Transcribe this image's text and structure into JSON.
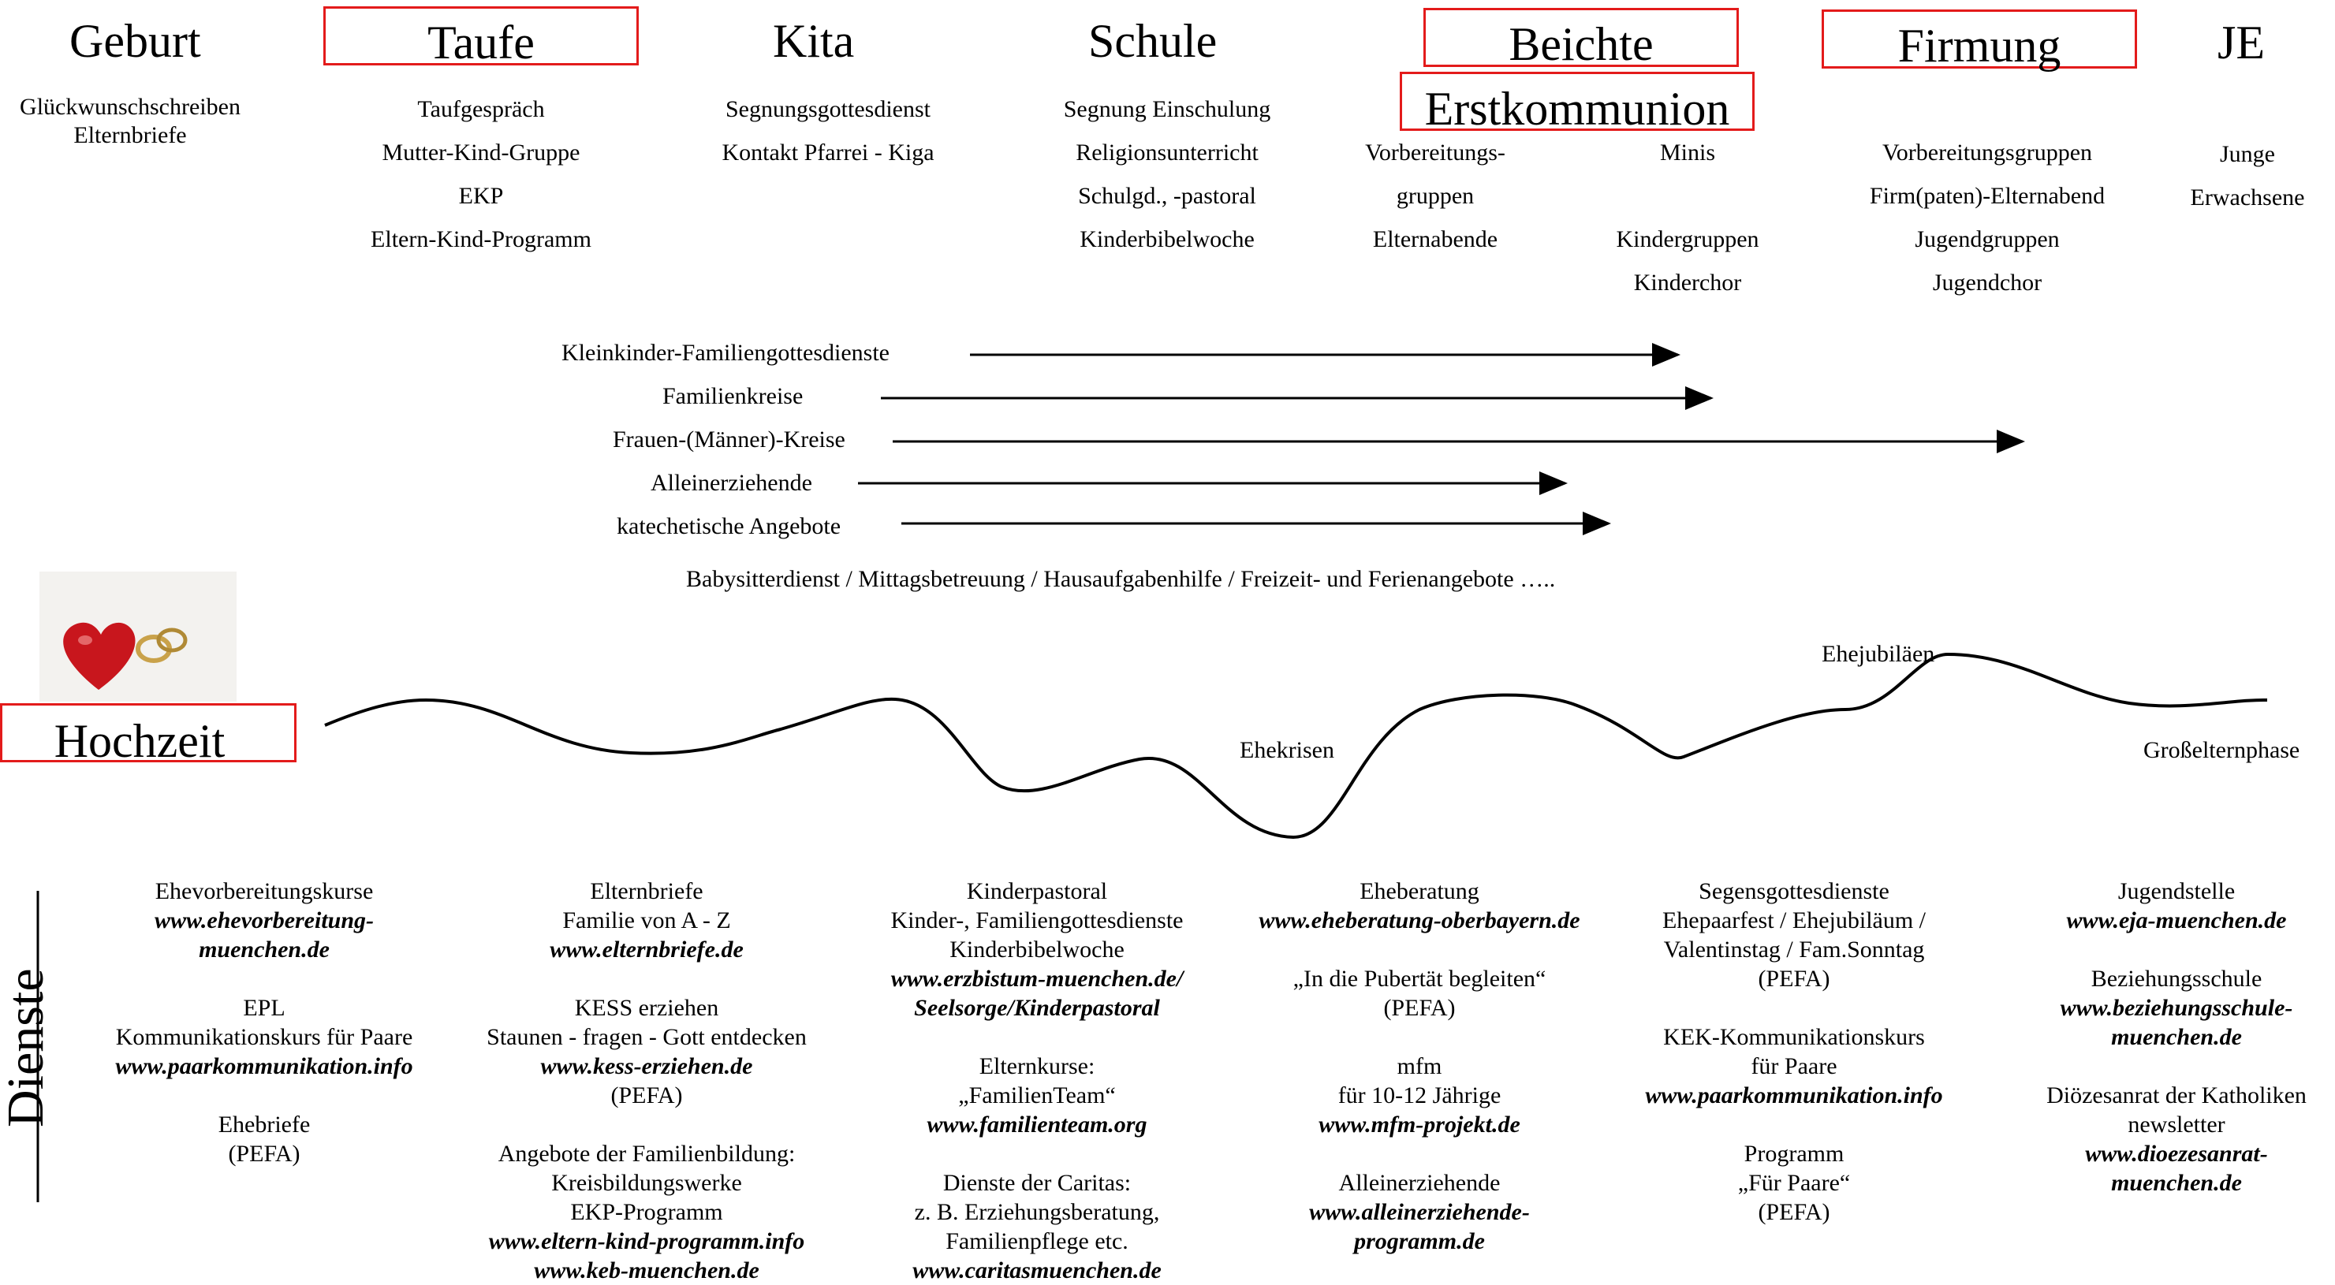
{
  "stages": {
    "geburt": "Geburt",
    "taufe": "Taufe",
    "kita": "Kita",
    "schule": "Schule",
    "beichte": "Beichte",
    "erstkommunion": "Erstkommunion",
    "firmung": "Firmung",
    "je": "JE",
    "hochzeit": "Hochzeit"
  },
  "stage_details": {
    "geburt": [
      "Glückwunschschreiben",
      "Elternbriefe"
    ],
    "taufe": [
      "Taufgespräch",
      "Mutter-Kind-Gruppe",
      "EKP",
      "Eltern-Kind-Programm"
    ],
    "kita": [
      "Segnungsgottesdienst",
      "Kontakt Pfarrei - Kiga"
    ],
    "schule": [
      "Segnung Einschulung",
      "Religionsunterricht",
      "Schulgd., -pastoral",
      "Kinderbibelwoche"
    ],
    "beichte": [
      "Vorbereitungs-",
      "gruppen",
      "Elternabende"
    ],
    "erstkommunion": [
      "Minis",
      "",
      "Kindergruppen",
      "Kinderchor"
    ],
    "firmung": [
      "Vorbereitungsgruppen",
      "Firm(paten)-Elternabend",
      "Jugendgruppen",
      "Jugendchor"
    ],
    "je": [
      "Junge",
      "Erwachsene"
    ]
  },
  "arrows": [
    "Kleinkinder-Familiengottesdienste",
    "Familienkreise",
    "Frauen-(Männer)-Kreise",
    "Alleinerziehende",
    "katechetische Angebote"
  ],
  "other_services": "Babysitterdienst / Mittagsbetreuung / Hausaufgabenhilfe / Freizeit- und Ferienangebote …..",
  "curve_labels": {
    "ehekrisen": "Ehekrisen",
    "ehejubilaeen": "Ehejubiläen",
    "grosseltern": "Großelternphase"
  },
  "dienste_label": "Dienste",
  "services": [
    [
      {
        "t": "Ehevorbereitungskurse"
      },
      {
        "t": "www.ehevorbereitung-",
        "url": true
      },
      {
        "t": "muenchen.de",
        "url": true
      },
      {
        "t": ""
      },
      {
        "t": "EPL"
      },
      {
        "t": "Kommunikationskurs für Paare"
      },
      {
        "t": "www.paarkommunikation.info",
        "url": true
      },
      {
        "t": ""
      },
      {
        "t": "Ehebriefe"
      },
      {
        "t": "(PEFA)"
      }
    ],
    [
      {
        "t": "Elternbriefe"
      },
      {
        "t": "Familie von A - Z"
      },
      {
        "t": "www.elternbriefe.de",
        "url": true
      },
      {
        "t": ""
      },
      {
        "t": "KESS erziehen"
      },
      {
        "t": "Staunen - fragen - Gott entdecken"
      },
      {
        "t": "www.kess-erziehen.de",
        "url": true
      },
      {
        "t": "(PEFA)"
      },
      {
        "t": ""
      },
      {
        "t": "Angebote der Familienbildung:"
      },
      {
        "t": "Kreisbildungswerke"
      },
      {
        "t": "EKP-Programm"
      },
      {
        "t": "www.eltern-kind-programm.info",
        "url": true
      },
      {
        "t": "www.keb-muenchen.de",
        "url": true
      }
    ],
    [
      {
        "t": "Kinderpastoral"
      },
      {
        "t": "Kinder-, Familiengottesdienste"
      },
      {
        "t": "Kinderbibelwoche"
      },
      {
        "t": "www.erzbistum-muenchen.de/",
        "url": true
      },
      {
        "t": "Seelsorge/Kinderpastoral",
        "url": true
      },
      {
        "t": ""
      },
      {
        "t": "Elternkurse:"
      },
      {
        "t": "„FamilienTeam“"
      },
      {
        "t": "www.familienteam.org",
        "url": true
      },
      {
        "t": ""
      },
      {
        "t": "Dienste der Caritas:"
      },
      {
        "t": "z. B. Erziehungsberatung,"
      },
      {
        "t": "Familienpflege etc."
      },
      {
        "t": "www.caritasmuenchen.de",
        "url": true
      }
    ],
    [
      {
        "t": "Eheberatung"
      },
      {
        "t": "www.eheberatung-oberbayern.de",
        "url": true
      },
      {
        "t": ""
      },
      {
        "t": "„In die Pubertät begleiten“"
      },
      {
        "t": "(PEFA)"
      },
      {
        "t": ""
      },
      {
        "t": "mfm"
      },
      {
        "t": "für 10-12 Jährige"
      },
      {
        "t": "www.mfm-projekt.de",
        "url": true
      },
      {
        "t": ""
      },
      {
        "t": "Alleinerziehende"
      },
      {
        "t": "www.alleinerziehende-",
        "url": true
      },
      {
        "t": "programm.de",
        "url": true
      }
    ],
    [
      {
        "t": "Segensgottesdienste"
      },
      {
        "t": "Ehepaarfest / Ehejubiläum /"
      },
      {
        "t": "Valentinstag / Fam.Sonntag"
      },
      {
        "t": "(PEFA)"
      },
      {
        "t": ""
      },
      {
        "t": "KEK-Kommunikationskurs"
      },
      {
        "t": "für Paare"
      },
      {
        "t": "www.paarkommunikation.info",
        "url": true
      },
      {
        "t": ""
      },
      {
        "t": "Programm"
      },
      {
        "t": "„Für Paare“"
      },
      {
        "t": "(PEFA)"
      }
    ],
    [
      {
        "t": "Jugendstelle"
      },
      {
        "t": "www.eja-muenchen.de",
        "url": true
      },
      {
        "t": ""
      },
      {
        "t": "Beziehungsschule"
      },
      {
        "t": "www.beziehungsschule-",
        "url": true
      },
      {
        "t": "muenchen.de",
        "url": true
      },
      {
        "t": ""
      },
      {
        "t": "Diözesanrat der Katholiken"
      },
      {
        "t": "newsletter"
      },
      {
        "t": "www.dioezesanrat-",
        "url": true
      },
      {
        "t": "muenchen.de",
        "url": true
      }
    ]
  ],
  "colors": {
    "highlight_box": "#e31b1b",
    "heart": "#c8161d",
    "ring": "#c9a24a"
  },
  "icons": {
    "wedding_image": "heart-and-rings-image"
  }
}
